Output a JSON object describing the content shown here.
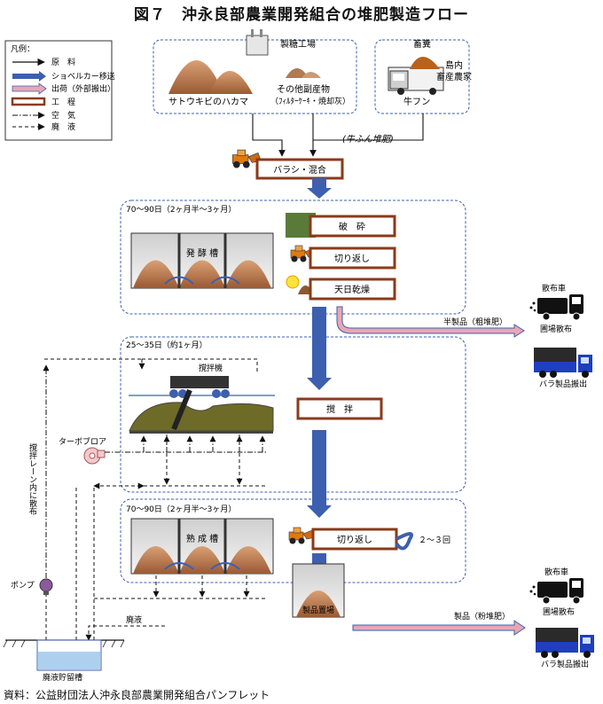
{
  "title": "図７　沖永良部農業開発組合の堆肥製造フロー",
  "source": "資料：公益財団法人沖永良部農業開発組合パンフレット",
  "legend": {
    "heading": "凡例：",
    "items": [
      {
        "label": "原　料",
        "kind": "thin-arrow"
      },
      {
        "label": "ショベルカー移送",
        "kind": "blue-arrow"
      },
      {
        "label": "出荷（外部搬出）",
        "kind": "pink-arrow"
      },
      {
        "label": "工　程",
        "kind": "process-box"
      },
      {
        "label": "空　気",
        "kind": "dash-dot-arrow"
      },
      {
        "label": "廃　液",
        "kind": "dashed-arrow"
      }
    ]
  },
  "sources": {
    "sugar_factory": "製糖工場",
    "bagasse": "サトウキビのハカマ",
    "byproducts_line1": "その他副産物",
    "byproducts_line2": "（ﾌｨﾙﾀｰｹｰｷ・焼却灰）",
    "livestock": "畜糞",
    "farm_line1": "島内",
    "farm_line2": "畜産農家",
    "cow_manure": "牛フン",
    "cow_manure_compost": "(牛ふん堆肥)"
  },
  "processes": {
    "mixing": "バラシ・混合",
    "crushing": "破　砕",
    "turning1": "切り返し",
    "sun_drying": "天日乾燥",
    "stirring": "撹　拌",
    "turning2": "切り返し"
  },
  "stages": {
    "stage1_duration": "70～90日（2ヶ月半～3ヶ月）",
    "fermentation_tank": "発 酵 槽",
    "stage2_duration": "25～35日（約1ヶ月）",
    "stirrer": "撹拌機",
    "turbo_blower": "ターボブロア",
    "stage3_duration": "70～90日（2ヶ月半～3ヶ月）",
    "maturation_tank": "熟 成 槽",
    "repeat": "２～３回",
    "product_storage": "製品置場"
  },
  "outputs": {
    "semi_product": "半製品（粗堆肥）",
    "spreader": "散布車",
    "field_spreading": "圃場散布",
    "bulk_shipping": "バラ製品搬出",
    "product": "製品（粉堆肥）",
    "spreader2": "散布車",
    "field_spreading2": "圃場散布",
    "bulk_shipping2": "バラ製品搬出"
  },
  "liquid": {
    "spray_note": "撹拌レーン内に散布",
    "pump": "ポンプ",
    "waste_liquid": "廃液",
    "waste_tank": "廃液貯留槽"
  },
  "colors": {
    "blue_arrow": "#3d5fb0",
    "pink_arrow": "#e8a7b4",
    "process_border": "#8b3a1a",
    "compost": "#c87a4a",
    "truck_blue": "#1e3fbf",
    "tank_water": "#aed0ef"
  }
}
